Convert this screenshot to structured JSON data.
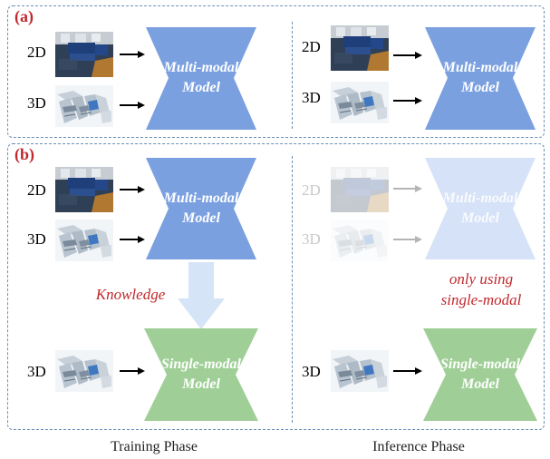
{
  "panels": {
    "a": {
      "label": "(a)"
    },
    "b": {
      "label": "(b)"
    }
  },
  "models": {
    "multi_line1": "Multi-modal",
    "multi_line2": "Model",
    "single_line1": "Single-modal",
    "single_line2": "Model"
  },
  "inputs": {
    "two_d": "2D",
    "three_d": "3D"
  },
  "annotations": {
    "knowledge": "Knowledge",
    "only_using_line1": "only using",
    "only_using_line2": "single-modal"
  },
  "captions": {
    "training": "Training Phase",
    "inference": "Inference Phase"
  },
  "colors": {
    "multi_modal_fill": "#7ba0e0",
    "multi_modal_faded": "#d6e2f7",
    "single_modal_fill": "#9fcf96",
    "knowledge_arrow": "#d5e4f7",
    "frame": "#6b8fb5",
    "accent_red": "#c0282d"
  }
}
